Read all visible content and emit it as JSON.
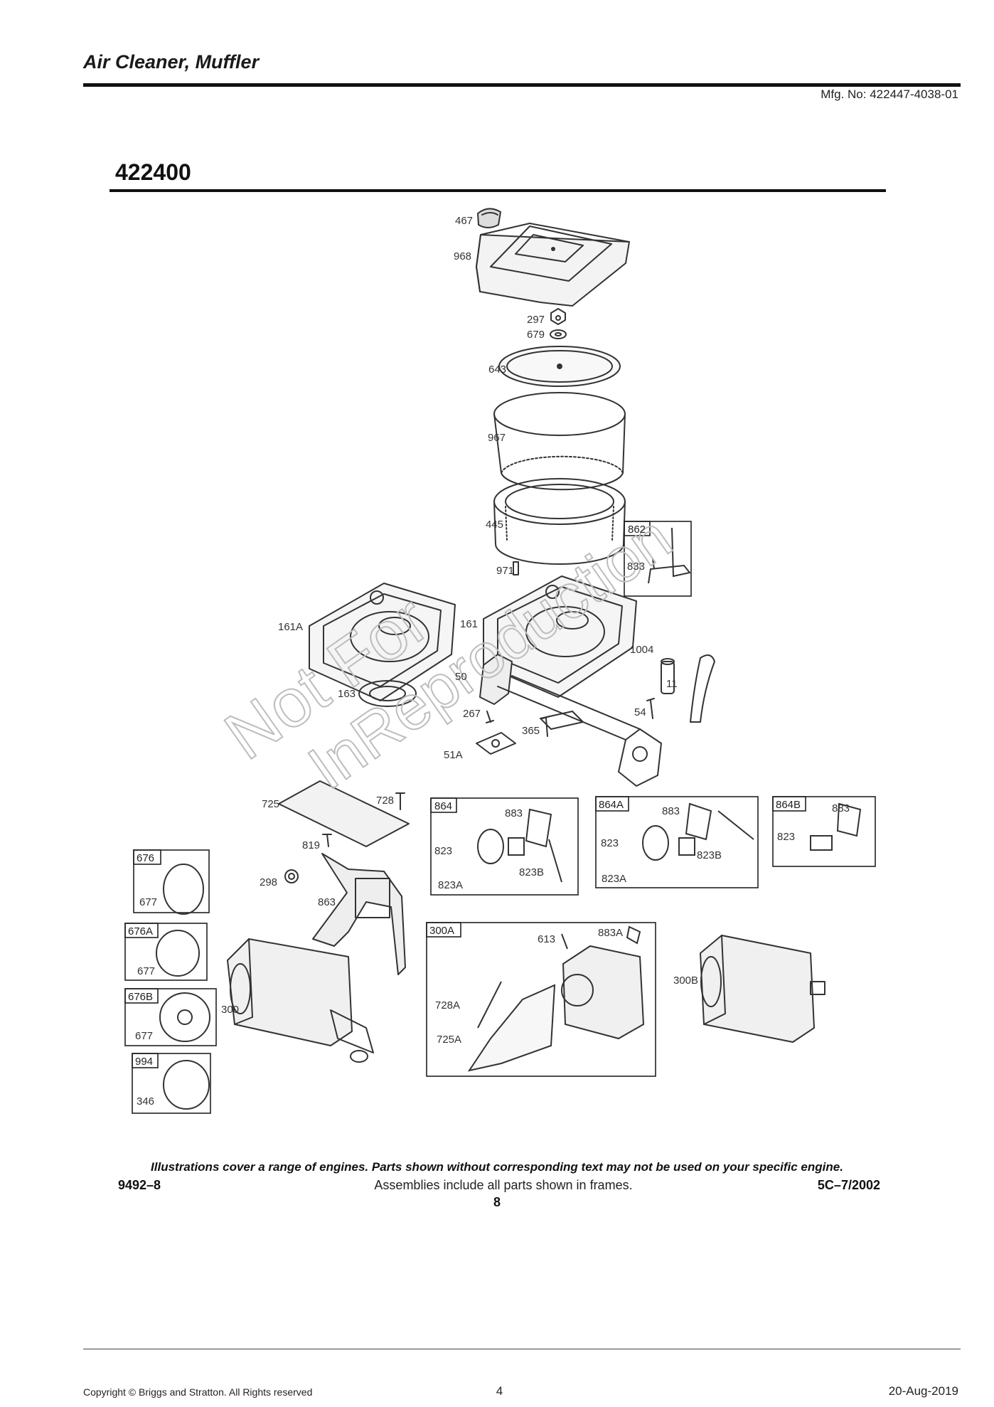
{
  "header": {
    "title": "Air Cleaner, Muffler",
    "mfg": "Mfg. No: 422447-4038-01"
  },
  "model": "422400",
  "watermark": {
    "line1": "Not For",
    "line2": "InReproduction"
  },
  "parts": {
    "p467": "467",
    "p968": "968",
    "p297": "297",
    "p679": "679",
    "p643": "643",
    "p967": "967",
    "p445": "445",
    "p971": "971",
    "p161A": "161A",
    "p161": "161",
    "p1004": "1004",
    "p11": "11",
    "p50": "50",
    "p163": "163",
    "p267": "267",
    "p54": "54",
    "p365": "365",
    "p51A": "51A",
    "p725": "725",
    "p728": "728",
    "p819": "819",
    "p298": "298",
    "p863": "863",
    "p300": "300",
    "p300B": "300B"
  },
  "frames": {
    "f862": {
      "title": "862",
      "parts": [
        "833"
      ]
    },
    "f864": {
      "title": "864",
      "parts": [
        "883",
        "823",
        "823B",
        "823A"
      ]
    },
    "f864A": {
      "title": "864A",
      "parts": [
        "883",
        "823",
        "823B",
        "823A"
      ]
    },
    "f864B": {
      "title": "864B",
      "parts": [
        "883",
        "823"
      ]
    },
    "f676": {
      "title": "676",
      "parts": [
        "677"
      ]
    },
    "f676A": {
      "title": "676A",
      "parts": [
        "677"
      ]
    },
    "f676B": {
      "title": "676B",
      "parts": [
        "677"
      ]
    },
    "f994": {
      "title": "994",
      "parts": [
        "346"
      ]
    },
    "f300A": {
      "title": "300A",
      "parts": [
        "613",
        "883A",
        "728A",
        "725A"
      ]
    }
  },
  "notes": {
    "note1": "Illustrations cover a range of engines. Parts shown without corresponding text may not be used on your specific engine.",
    "code_left": "9492–8",
    "note2": "Assemblies include all parts shown in frames.",
    "code_right": "5C–7/2002",
    "inner_page": "8"
  },
  "footer": {
    "copyright": "Copyright © Briggs and Stratton. All Rights reserved",
    "page": "4",
    "date": "20-Aug-2019"
  }
}
